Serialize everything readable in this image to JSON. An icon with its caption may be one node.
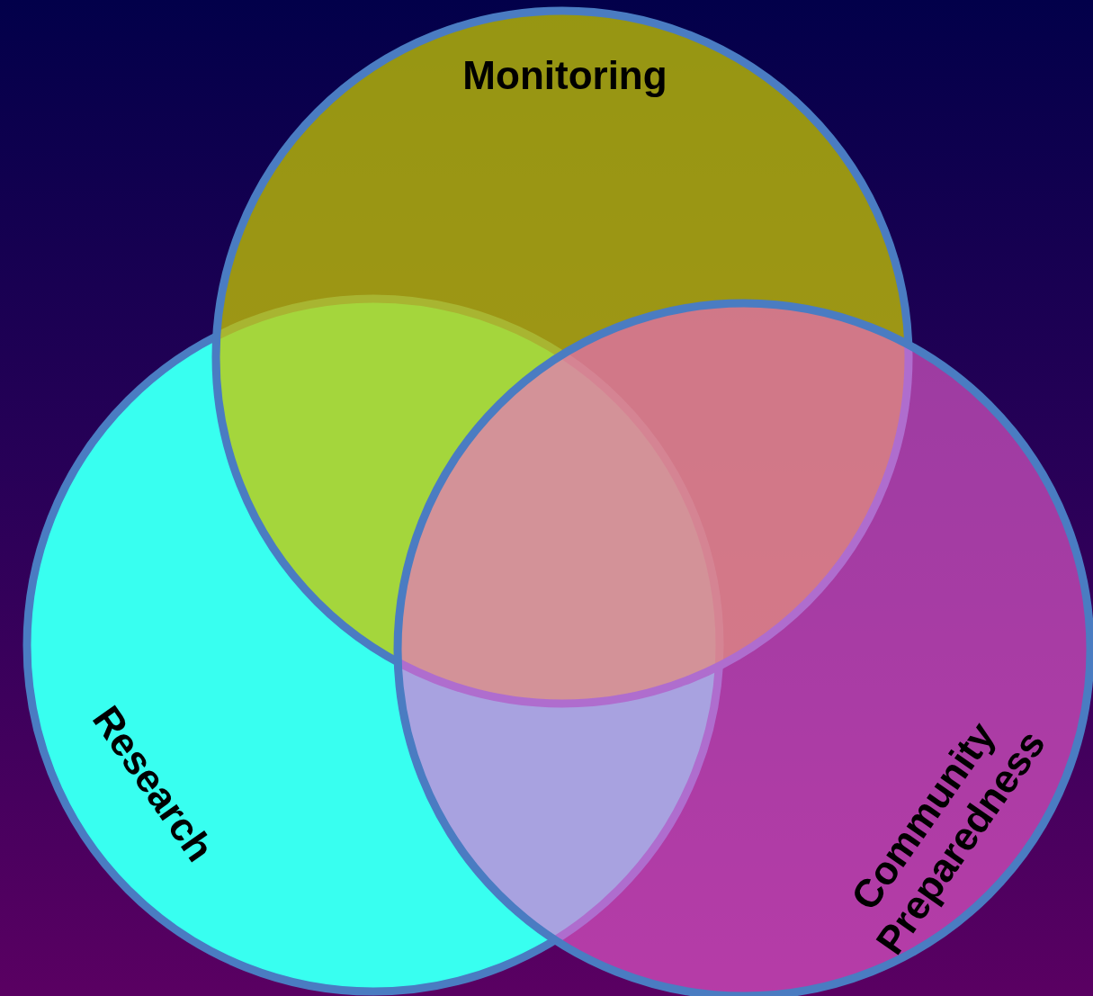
{
  "diagram": {
    "nodes": [
      {
        "text": [
          "Research"
        ]
      },
      {
        "text": [
          "Monitoring"
        ]
      },
      {
        "text": [
          "Community Preparedness"
        ]
      }
    ]
  }
}
